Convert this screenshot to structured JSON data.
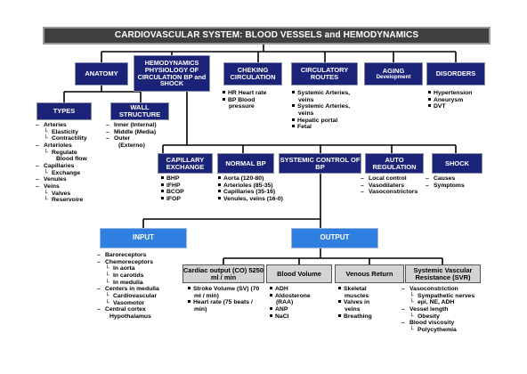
{
  "title": "CARDIOVASCULAR SYSTEM: BLOOD VESSELS and HEMODYNAMICS",
  "top": {
    "anatomy": "ANATOMY",
    "hemo": "HEMODYNAMICS PHYSIOLOGY OF CIRCULATION BP and SHOCK",
    "checking": "CHEKING CIRCULATION",
    "routes": "CIRCULATORY ROUTES",
    "aging": "AGING",
    "aging_sub": "Development",
    "disorders": "DISORDERS"
  },
  "anatomy": {
    "types": "TYPES",
    "wall": "WALL STRUCTURE",
    "types_list": [
      "Arteries",
      "Elasticity",
      "Contractility",
      "Arterioles",
      "Regulate Blood flow",
      "Capillaries",
      "Exchange",
      "Venules",
      "Veins",
      "Valves",
      "Reservoire"
    ],
    "wall_list": [
      "Inner (Internal)",
      "Middle (Media)",
      "Outer (Externo)"
    ]
  },
  "checking_list": [
    "HR Heart rate",
    "BP Blood pressure"
  ],
  "routes_list": [
    "Systemic Arteries, veins",
    "Systemic Arteries, veins",
    "Hepatic portal",
    "Fetal"
  ],
  "disorders_list": [
    "Hypertension",
    "Aneurysm",
    "DVT"
  ],
  "mid": {
    "capillary": "CAPILLARY EXCHANGE",
    "normal": "NORMAL BP",
    "systemic": "SYSTEMIC CONTROL OF BP",
    "auto": "AUTO REGULATION",
    "shock": "SHOCK"
  },
  "capillary_list": [
    "BHP",
    "IFHP",
    "BCOP",
    "IFOP"
  ],
  "normal_list": [
    "Aorta (120-80)",
    "Arterioles (85-35)",
    "Capillaries (35-16)",
    "Venules, veins (16-0)"
  ],
  "auto_list": [
    "Local control",
    "Vasodilaters",
    "Vasoconstrictors"
  ],
  "shock_list": [
    "Causes",
    "Symptoms"
  ],
  "io": {
    "input": "INPUT",
    "output": "OUTPUT"
  },
  "input_list": [
    "Baroreceptors",
    "Chemoreceptors",
    "In aorta",
    "In carotids",
    "In medulla",
    "Centers in medulla",
    "Cardiovascular",
    "Vasomotor",
    "Central cortex Hypothalamus"
  ],
  "outputs": {
    "cardiac": "Cardiac output (CO) 5250 ml / min",
    "volume": "Blood Volume",
    "venous": "Venous Return",
    "svr": "Systemic Vascular Resistance (SVR)"
  },
  "cardiac_list": [
    "Stroke Volume (SV) (70 ml / min)",
    "Heart rate (75 beats / min)"
  ],
  "volume_list": [
    "ADH",
    "Aldosterone (RAA)",
    "ANP",
    "NaCl"
  ],
  "venous_list": [
    "Skeletal muscles",
    "Valves in veins",
    "Breathing"
  ],
  "svr_list": [
    "Vasoconstriction",
    "Sympathetic nerves",
    "epi, NE, ADH",
    "Vessel length",
    "Obesity",
    "Blood viscosity",
    "Polycythemia"
  ],
  "colors": {
    "navy": "#1a2377",
    "title": "#404040",
    "blue": "#2f7fe0",
    "gray": "#d4d4d4"
  }
}
